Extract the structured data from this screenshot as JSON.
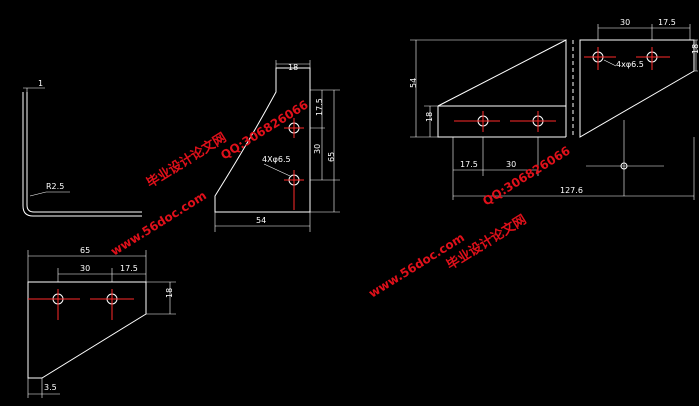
{
  "dimensions": {
    "side_thickness": "1",
    "side_bend_radius": "R2.5",
    "top_width": "18",
    "top_offset1": "17.5",
    "top_offset2": "30",
    "top_height": "65",
    "top_hole_spec": "4Xφ6.5",
    "top_base": "54",
    "flat_length": "65",
    "flat_spacing": "30",
    "flat_edge": "17.5",
    "flat_height": "18",
    "flat_bottom": "3.5",
    "right_spacing": "30",
    "right_edge": "17.5",
    "right_height": "54",
    "right_left_height": "18",
    "right_hole_spec": "4xφ6.5",
    "right_right_height": "18",
    "right_bottom_edge": "17.5",
    "right_bottom_spacing": "30",
    "right_total": "127.6"
  },
  "watermarks": {
    "brand": "毕业设计论文网",
    "site": "www.56doc.com",
    "qq": "QQ:306826066"
  }
}
